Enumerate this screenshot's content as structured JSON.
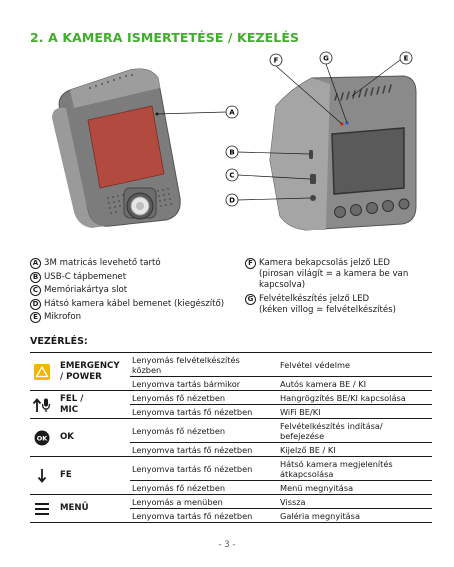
{
  "header": {
    "title": "2. A KAMERA ISMERTETÉSE / KEZELÉS"
  },
  "callouts": [
    "A",
    "B",
    "C",
    "D",
    "E",
    "F",
    "G"
  ],
  "legend_left": [
    {
      "letter": "A",
      "text": "3M matricás levehető tartó"
    },
    {
      "letter": "B",
      "text": "USB-C tápbemenet"
    },
    {
      "letter": "C",
      "text": "Memóriakártya slot"
    },
    {
      "letter": "D",
      "text": "Hátsó kamera kábel bemenet (kiegészítő)"
    },
    {
      "letter": "E",
      "text": "Mikrofon"
    }
  ],
  "legend_right": [
    {
      "letter": "F",
      "text": "Kamera bekapcsolás jelző LED\n(pirosan világít = a kamera be van\nkapcsolva)"
    },
    {
      "letter": "G",
      "text": "Felvételkészítés jelző LED\n(kéken villog = felvételkészítés)"
    }
  ],
  "controls": {
    "title": "VEZÉRLÉS:",
    "groups": [
      {
        "name": "EMERGENCY\n/ POWER",
        "icon": "warning-icon",
        "rows": [
          {
            "action": "Lenyomás felvételkészítés\nközben",
            "function": "Felvétel védelme"
          },
          {
            "action": "Lenyomva tartás bármikor",
            "function": "Autós kamera BE / KI"
          }
        ]
      },
      {
        "name": "FEL /\nMIC",
        "icon": "arrow-up-mic-icon",
        "rows": [
          {
            "action": "Lenyomás fő nézetben",
            "function": "Hangrögzítés BE/KI kapcsolása"
          },
          {
            "action": "Lenyomva tartás fő nézetben",
            "function": "WiFi BE/KI"
          }
        ]
      },
      {
        "name": "OK",
        "icon": "ok-icon",
        "rows": [
          {
            "action": "Lenyomás fő nézetben",
            "function": "Felvételkészítés indítása/\nbefejezése"
          },
          {
            "action": "Lenyomva tartás fő nézetben",
            "function": "Kijelző BE / KI"
          }
        ]
      },
      {
        "name": "FE",
        "icon": "arrow-down-icon",
        "rows": [
          {
            "action": "Lenyomva tartás fő nézetben",
            "function": "Hátsó kamera megjelenítés\nátkapcsolása"
          },
          {
            "action": "Lenyomás fő nézetben",
            "function": "Menü megnyitása"
          }
        ]
      },
      {
        "name": "MENÜ",
        "icon": "menu-icon",
        "rows": [
          {
            "action": "Lenyomás a menüben",
            "function": "Vissza"
          },
          {
            "action": "Lenyomva tartás fő nézetben",
            "function": "Galéria megnyitása"
          }
        ]
      }
    ]
  },
  "footer": {
    "page": "- 3 -"
  },
  "colors": {
    "accent": "#3fae2a",
    "warning": "#f2b705",
    "sticker": "#b34a40",
    "body": "#8b8b8b"
  }
}
